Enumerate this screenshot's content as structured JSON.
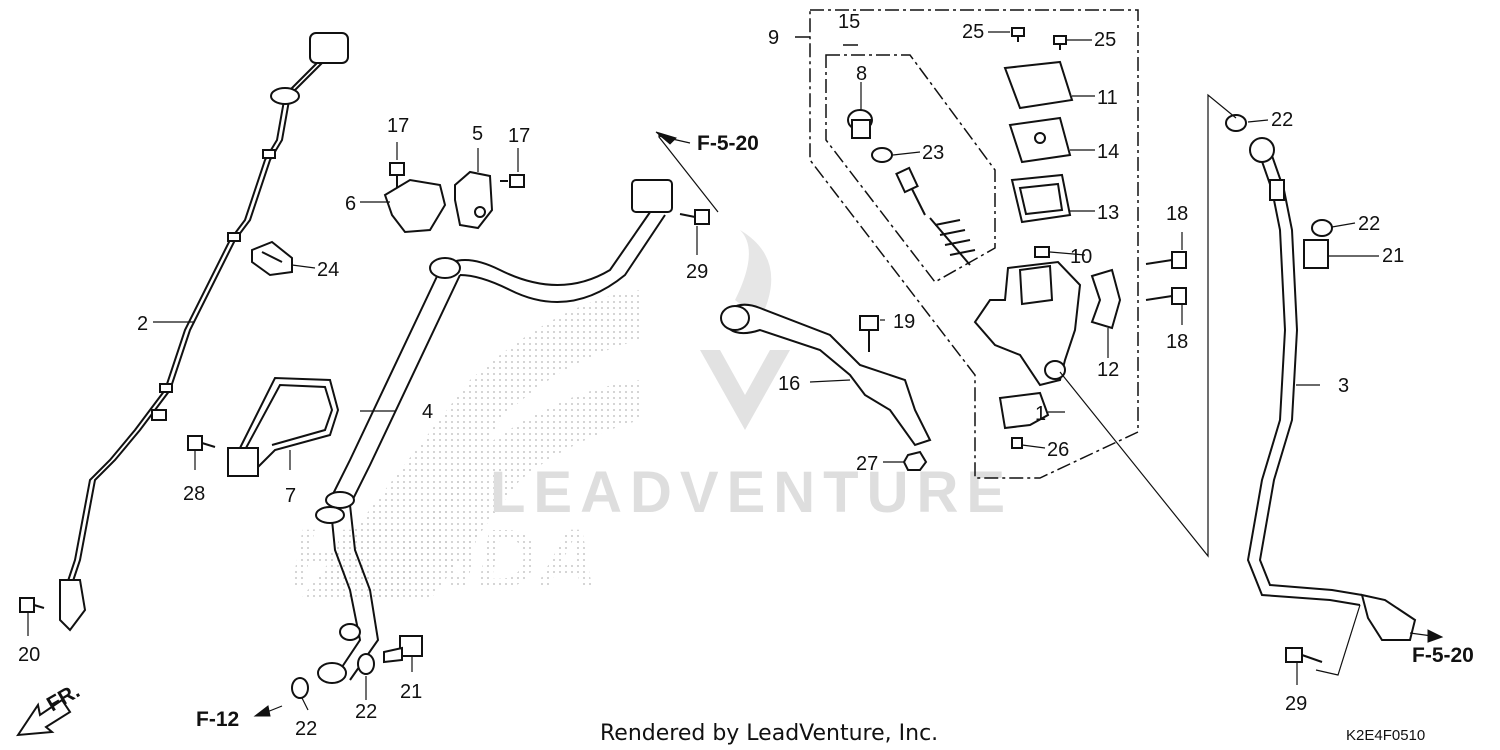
{
  "diagram": {
    "part_labels": [
      "1",
      "2",
      "3",
      "4",
      "5",
      "6",
      "7",
      "8",
      "9",
      "10",
      "11",
      "12",
      "13",
      "14",
      "15",
      "16",
      "17",
      "17",
      "18",
      "18",
      "19",
      "20",
      "21",
      "21",
      "22",
      "22",
      "22",
      "22",
      "23",
      "24",
      "25",
      "25",
      "26",
      "27",
      "28",
      "29",
      "29"
    ],
    "references": {
      "top_center": "F-5-20",
      "bottom_right": "F-5-20",
      "bottom_left": "F-12",
      "front_arrow": "FR."
    },
    "watermark": {
      "brand_text": "LEADVENTURE",
      "honda_text": "HONDA"
    },
    "footer": {
      "credit": "Rendered by LeadVenture, Inc.",
      "diagram_code": "K2E4F0510"
    }
  }
}
